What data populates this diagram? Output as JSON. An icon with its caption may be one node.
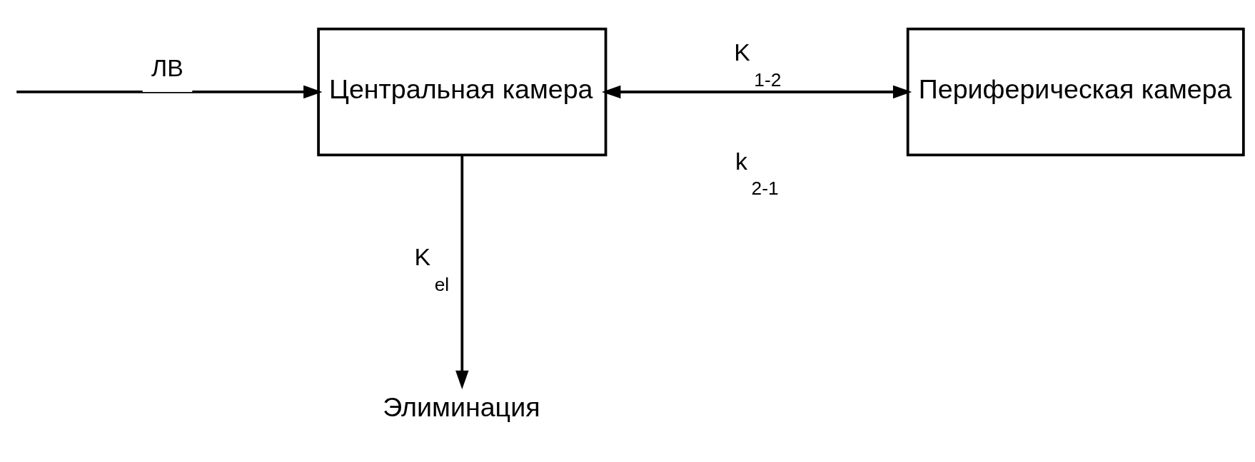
{
  "diagram": {
    "nodes": [
      {
        "text": [
          "Центральная камера"
        ]
      },
      {
        "text": [
          "Периферическая камера"
        ]
      },
      {
        "text": [
          "Элиминация"
        ]
      }
    ],
    "edges": [
      {
        "from": null,
        "to": 0,
        "arrow": "to",
        "label": "ЛВ"
      },
      {
        "from": 1,
        "to": 0,
        "arrow": "to",
        "label": "k$_{2-1}$"
      },
      {
        "from": 0,
        "to": 1,
        "arrow": "to",
        "label": "K$_{1-2}$"
      },
      {
        "from": 0,
        "to": 2,
        "arrow": "to",
        "label": "K$_{el}$"
      }
    ]
  }
}
